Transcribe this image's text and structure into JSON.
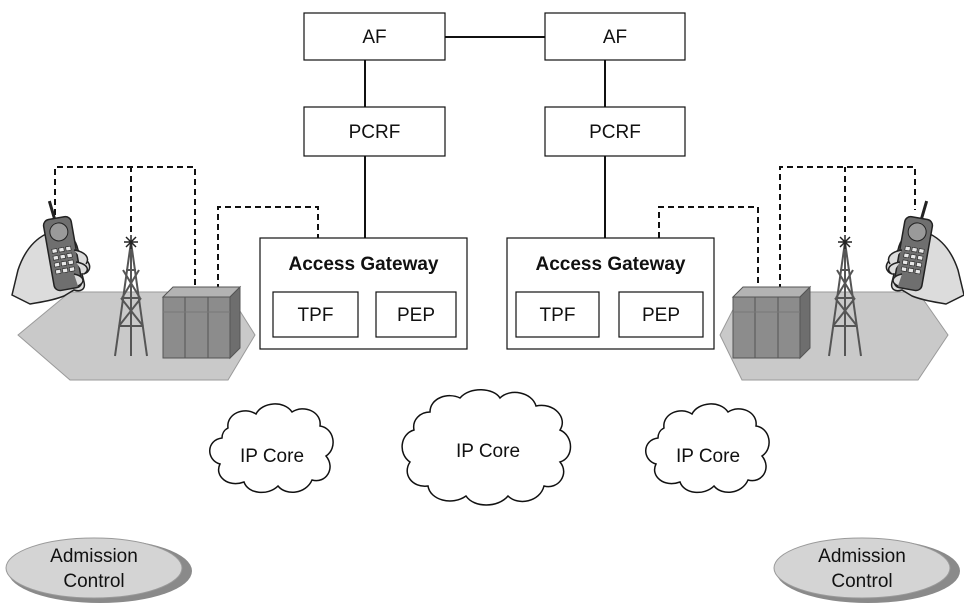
{
  "colors": {
    "line": "#111111",
    "box_fill": "#ffffff",
    "hexagon_fill": "#c9c9c9",
    "equipment_fill": "#8c8c8c",
    "admission_fill": "#d4d4d4",
    "admission_shadow": "#8a8a8a"
  },
  "nodes": {
    "af_left": "AF",
    "af_right": "AF",
    "pcrf_left": "PCRF",
    "pcrf_right": "PCRF",
    "gateway_left": {
      "title": "Access Gateway",
      "tpf": "TPF",
      "pep": "PEP"
    },
    "gateway_right": {
      "title": "Access Gateway",
      "tpf": "TPF",
      "pep": "PEP"
    },
    "ip_core_left": "IP Core",
    "ip_core_center": "IP Core",
    "ip_core_right": "IP Core",
    "admission_left": {
      "line1": "Admission",
      "line2": "Control"
    },
    "admission_right": {
      "line1": "Admission",
      "line2": "Control"
    }
  },
  "icons": [
    "hand-phone-icon",
    "radio-tower-icon",
    "network-equipment-icon",
    "cloud-icon"
  ]
}
